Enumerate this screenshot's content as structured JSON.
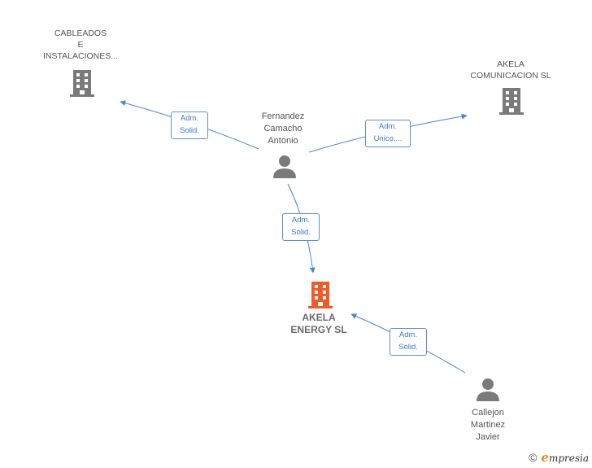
{
  "nodes": {
    "cableados": {
      "lines": [
        "CABLEADOS",
        "E",
        "INSTALACIONES..."
      ]
    },
    "akela_comunicacion": {
      "lines": [
        "AKELA",
        "COMUNICACION SL"
      ]
    },
    "fernandez": {
      "lines": [
        "Fernandez",
        "Camacho",
        "Antonio"
      ]
    },
    "akela_energy": {
      "lines": [
        "AKELA",
        "ENERGY  SL"
      ]
    },
    "callejon": {
      "lines": [
        "Callejon",
        "Martinez",
        "Javier"
      ]
    }
  },
  "edges": {
    "fernandez_cableados": {
      "lines": [
        "Adm.",
        "Solid."
      ]
    },
    "fernandez_akela_comunicacion": {
      "lines": [
        "Adm.",
        "Unico,..."
      ]
    },
    "fernandez_akela_energy": {
      "lines": [
        "Adm.",
        "Solid."
      ]
    },
    "callejon_akela_energy": {
      "lines": [
        "Adm.",
        "Solid."
      ]
    }
  },
  "colors": {
    "company": "#7a7a7a",
    "main_company": "#f05a28",
    "person": "#7a7a7a",
    "edge": "#4a86d0"
  },
  "icons": {
    "company": "building-icon",
    "person": "person-icon"
  },
  "footer": {
    "copyright_symbol": "©",
    "brand_initial": "e",
    "brand_rest": "mpresia"
  }
}
